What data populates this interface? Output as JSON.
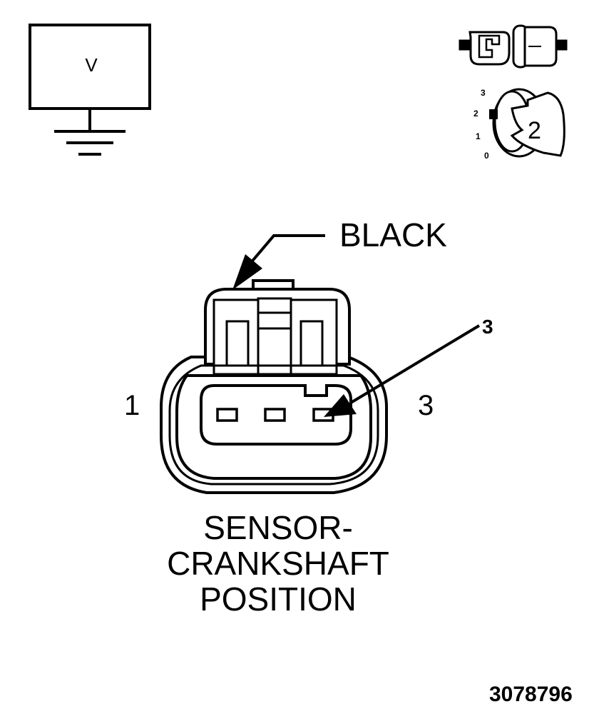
{
  "voltmeter": {
    "label": "V"
  },
  "ignition": {
    "positions": [
      "3",
      "2",
      "1",
      "0"
    ],
    "selected_position": "2",
    "key_number": "2"
  },
  "connector": {
    "color_label": "BLACK",
    "pin_labels": {
      "left": "1",
      "right": "3"
    },
    "callout_number": "3",
    "cavity_count": 3,
    "highlighted_cavity": 3
  },
  "title": {
    "line1": "SENSOR-",
    "line2": "CRANKSHAFT",
    "line3": "POSITION"
  },
  "figure_number": "3078796",
  "colors": {
    "ink": "#000000",
    "background": "#ffffff"
  },
  "icons": [
    "voltmeter-icon",
    "ground-symbol-icon",
    "unplugged-connector-icon",
    "ignition-switch-icon",
    "ignition-key-icon"
  ]
}
